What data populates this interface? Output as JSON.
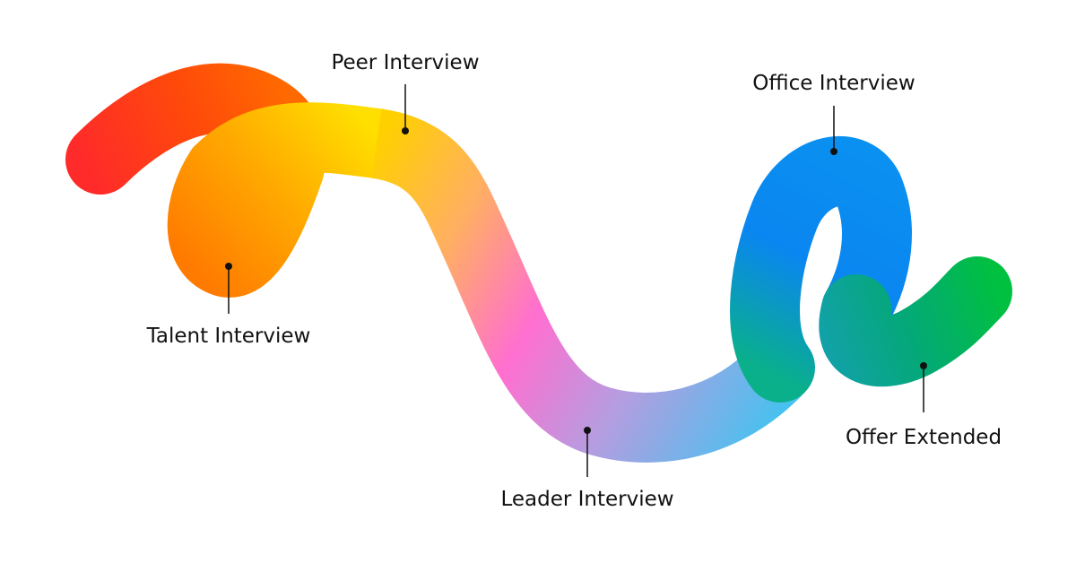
{
  "diagram": {
    "stages": [
      {
        "label": "Talent Interview",
        "color": "#ff8a00"
      },
      {
        "label": "Peer Interview",
        "color": "#ffd600"
      },
      {
        "label": "Leader Interview",
        "color": "#ff6fd0"
      },
      {
        "label": "Office Interview",
        "color": "#0a86f0"
      },
      {
        "label": "Offer Extended",
        "color": "#00b84a"
      }
    ],
    "colors": {
      "ribbon_start": "#ff2a2a",
      "ribbon_orange": "#ff7a00",
      "ribbon_yellow": "#ffe000",
      "ribbon_pink": "#ff6fd0",
      "ribbon_lavender": "#b59de0",
      "ribbon_cyan": "#3ec4f0",
      "ribbon_blue": "#0a86f0",
      "ribbon_teal": "#0ab08a",
      "ribbon_end": "#00c040",
      "marker": "#111111"
    }
  }
}
